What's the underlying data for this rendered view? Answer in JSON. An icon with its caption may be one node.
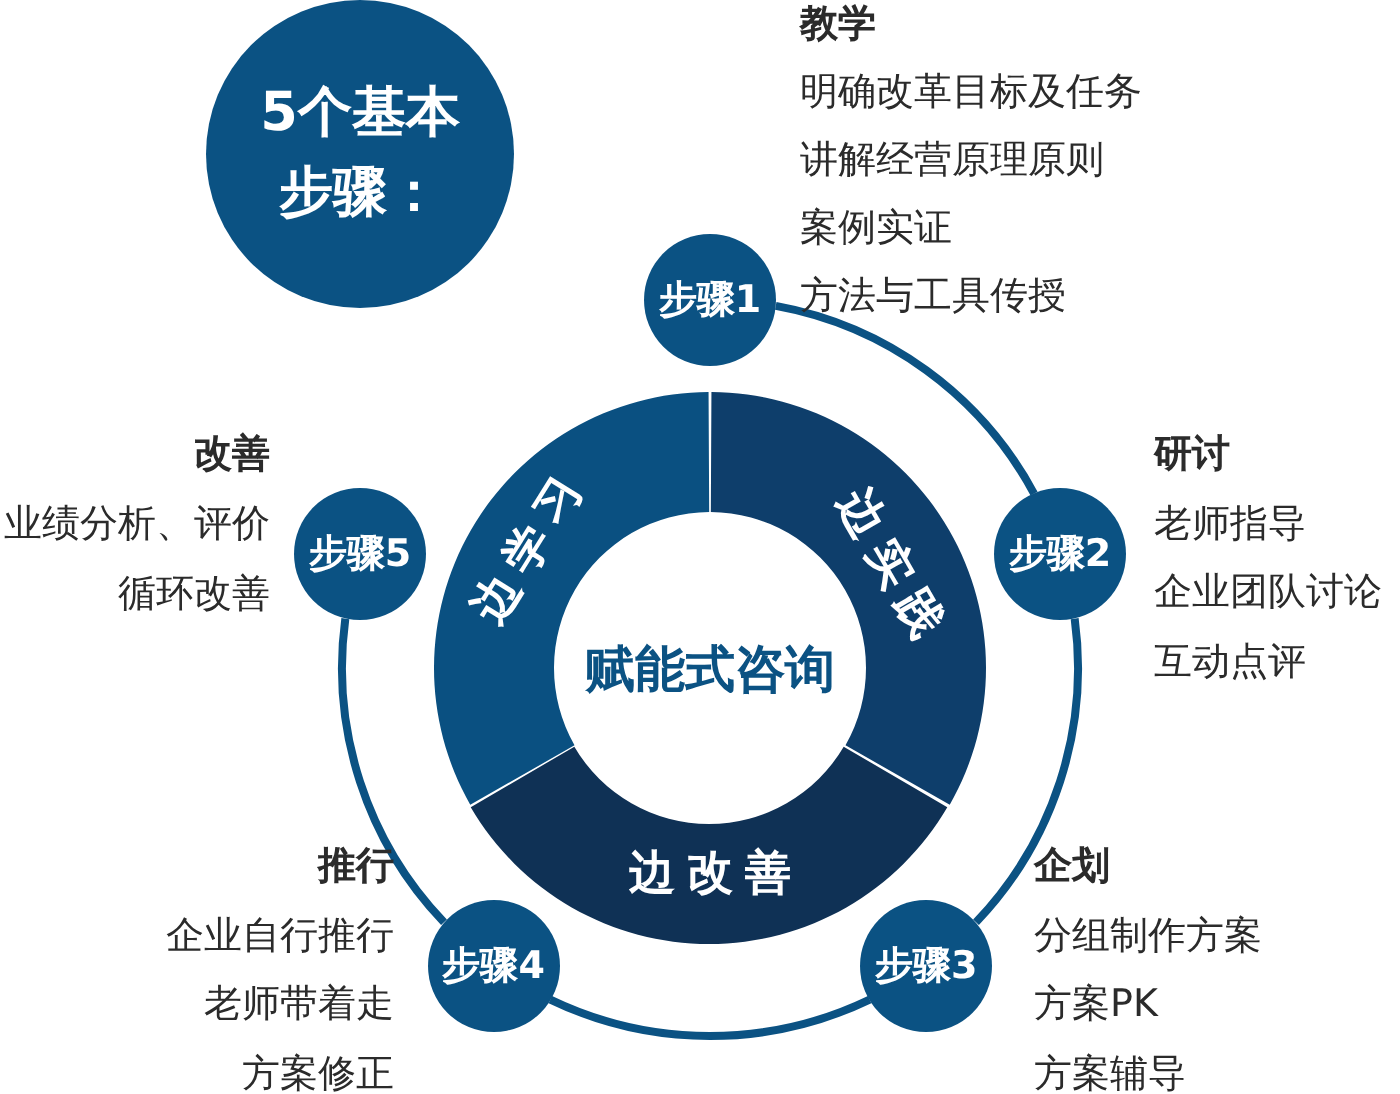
{
  "diagram": {
    "nodes": [
      {
        "text": [
          "5个基本步骤："
        ]
      },
      {
        "text": [
          "步骤1"
        ],
        "beside": [
          "教学",
          "明确改革目标及任务",
          "讲解经营原理原则",
          "案例实证",
          "方法与工具传授"
        ]
      },
      {
        "text": [
          "步骤2"
        ],
        "beside": [
          "研讨",
          "老师指导",
          "企业团队讨论",
          "互动点评"
        ]
      },
      {
        "text": [
          "步骤3"
        ],
        "beside": [
          "企划",
          "分组制作方案",
          "方案PK",
          "方案辅导"
        ]
      },
      {
        "text": [
          "步骤4"
        ],
        "beside": [
          "推行",
          "企业自行推行",
          "老师带着走",
          "方案修正"
        ]
      },
      {
        "text": [
          "步骤5"
        ],
        "beside": [
          "改善",
          "业绩分析、评价",
          "循环改善"
        ]
      },
      {
        "text": [
          "边学习"
        ]
      },
      {
        "text": [
          "边实践"
        ]
      },
      {
        "text": [
          "边改善"
        ]
      }
    ],
    "edges": [
      {
        "from": 1,
        "to": 2,
        "arrow": "none"
      },
      {
        "from": 2,
        "to": 3,
        "arrow": "none"
      },
      {
        "from": 3,
        "to": 4,
        "arrow": "none"
      },
      {
        "from": 4,
        "to": 5,
        "arrow": "none"
      }
    ],
    "labels": [
      "赋能式咨询"
    ]
  }
}
